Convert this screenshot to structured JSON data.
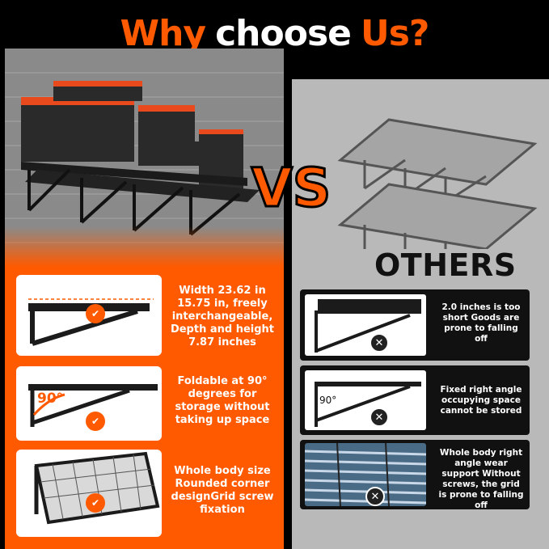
{
  "header": {
    "title_part1": "Why",
    "title_part2": "choose",
    "title_part3": "Us?"
  },
  "vs_label": "VS",
  "others_label": "OTHERS",
  "features": [
    {
      "text": "Width 23.62 in 15.75 in, freely interchangeable, Depth and height 7.87 inches"
    },
    {
      "text": "Foldable at 90° degrees for storage without taking up space",
      "angle_label": "90°"
    },
    {
      "text": "Whole body size Rounded corner designGrid screw fixation"
    }
  ],
  "others": [
    {
      "text": "2.0 inches is too short Goods are prone to falling off"
    },
    {
      "text": "Fixed right angle occupying space cannot be stored",
      "angle_label": "90°"
    },
    {
      "text": "Whole body right angle wear support Without screws, the grid is prone to falling off"
    }
  ],
  "colors": {
    "accent": "#ff5a00",
    "dark": "#111111",
    "grey_panel": "#b9b9b9"
  },
  "icons": {
    "check": "check-icon",
    "cross": "cross-icon"
  }
}
